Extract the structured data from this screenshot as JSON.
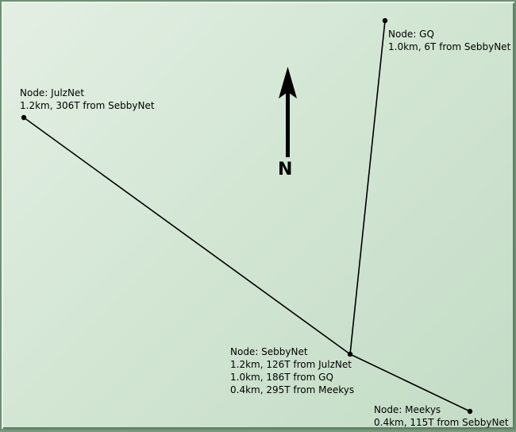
{
  "compass": {
    "label": "N"
  },
  "nodes": [
    {
      "id": "julznet",
      "lines": [
        "Node: JulzNet",
        "1.2km, 306T from SebbyNet"
      ]
    },
    {
      "id": "gq",
      "lines": [
        "Node: GQ",
        "1.0km, 6T from SebbyNet"
      ]
    },
    {
      "id": "sebbynet",
      "lines": [
        "Node: SebbyNet",
        "1.2km, 126T from JulzNet",
        "1.0km, 186T from GQ",
        "0.4km, 295T from Meekys"
      ]
    },
    {
      "id": "meekys",
      "lines": [
        "Node: Meekys",
        "0.4km, 115T from SebbyNet"
      ]
    }
  ],
  "links": [
    {
      "from": "sebbynet",
      "to": "julznet"
    },
    {
      "from": "sebbynet",
      "to": "gq"
    },
    {
      "from": "sebbynet",
      "to": "meekys"
    }
  ]
}
